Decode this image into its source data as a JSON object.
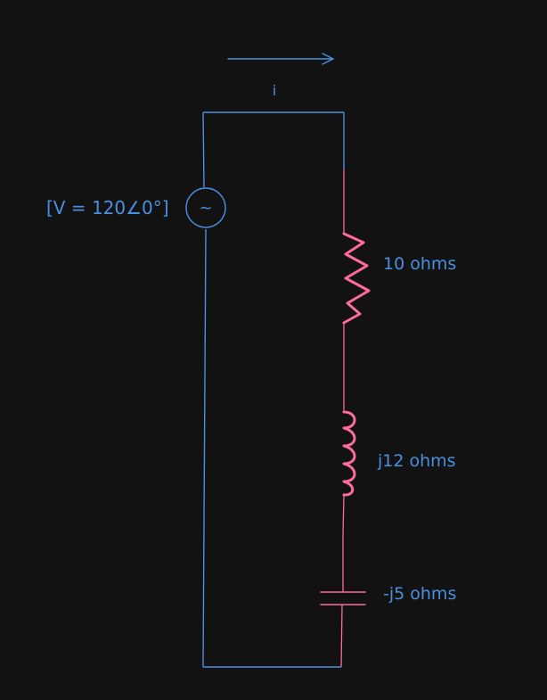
{
  "diagram": {
    "current_label": "i",
    "source": {
      "label": "[V = 120∠0°]",
      "symbol": "~"
    },
    "components": [
      {
        "kind": "resistor",
        "label": "10 ohms"
      },
      {
        "kind": "inductor",
        "label": "j12 ohms"
      },
      {
        "kind": "capacitor",
        "label": "-j5 ohms"
      }
    ],
    "colors": {
      "background": "#121212",
      "wire": "#4a90e2",
      "component": "#ff6b9a",
      "text": "#4a90e2"
    }
  }
}
